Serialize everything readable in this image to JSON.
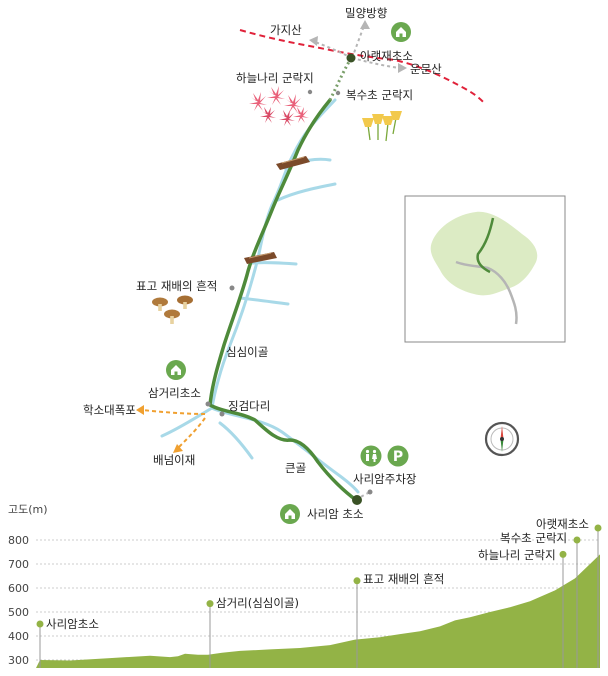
{
  "map": {
    "places": {
      "gajisan": "가지산",
      "miryang": "밀양방향",
      "akjjae_shelter": "아랫재초소",
      "unmunsan": "운문산",
      "haneullari": "하늘나리 군락지",
      "boksucho": "복수초 군락지",
      "pyogo": "표고 재배의 흔적",
      "simsimigol": "심심이골",
      "samgeori_shelter": "삼거리초소",
      "hakso_falls": "학소대폭포",
      "jinggeom_bridge": "징검다리",
      "baenomijae": "배넘이재",
      "keungol": "큰골",
      "sariam_parking": "사리암주차장",
      "sariam_shelter": "사리암 초소"
    },
    "icons": {
      "shelter": "house-icon",
      "toilet": "restroom-icon",
      "parking": "parking-icon",
      "compass": "compass-icon",
      "lily": "lily-flower-icon",
      "adonis": "adonis-flower-icon",
      "mushroom": "mushroom-icon",
      "bridge": "bridge-icon"
    },
    "parking_letter": "P"
  },
  "profile": {
    "axis_label": "고도(m)",
    "ticks": [
      "800",
      "700",
      "600",
      "500",
      "400",
      "300"
    ],
    "points": {
      "sariam": "사리암초소",
      "samgeori": "삼거리(심심이골)",
      "pyogo": "표고 재배의 흔적",
      "haneullari": "하늘나리 군락지",
      "boksucho": "복수초 군락지",
      "akjjae": "아랫재초소"
    }
  },
  "chart_data": {
    "type": "area",
    "title": "",
    "ylabel": "고도(m)",
    "ylim": [
      270,
      850
    ],
    "y_ticks": [
      300,
      400,
      500,
      600,
      700,
      800
    ],
    "points": [
      {
        "name": "사리암초소",
        "elevation": 450
      },
      {
        "name": "삼거리(심심이골)",
        "elevation": 535
      },
      {
        "name": "표고 재배의 흔적",
        "elevation": 630
      },
      {
        "name": "하늘나리 군락지",
        "elevation": 740
      },
      {
        "name": "복수초 군락지",
        "elevation": 800
      },
      {
        "name": "아랫재초소",
        "elevation": 850
      }
    ],
    "colors": {
      "fill": "#93b346",
      "marker": "#93b346"
    }
  },
  "colors": {
    "trail": "#4e8a3a",
    "stream": "#a8d9e8",
    "boundary": "#e0223a",
    "side_route": "#b5b5b5",
    "alt_route": "#f0a030",
    "shelter_green": "#6aa84f",
    "profile_fill": "#93b346",
    "inset_area": "#dcebc4"
  }
}
